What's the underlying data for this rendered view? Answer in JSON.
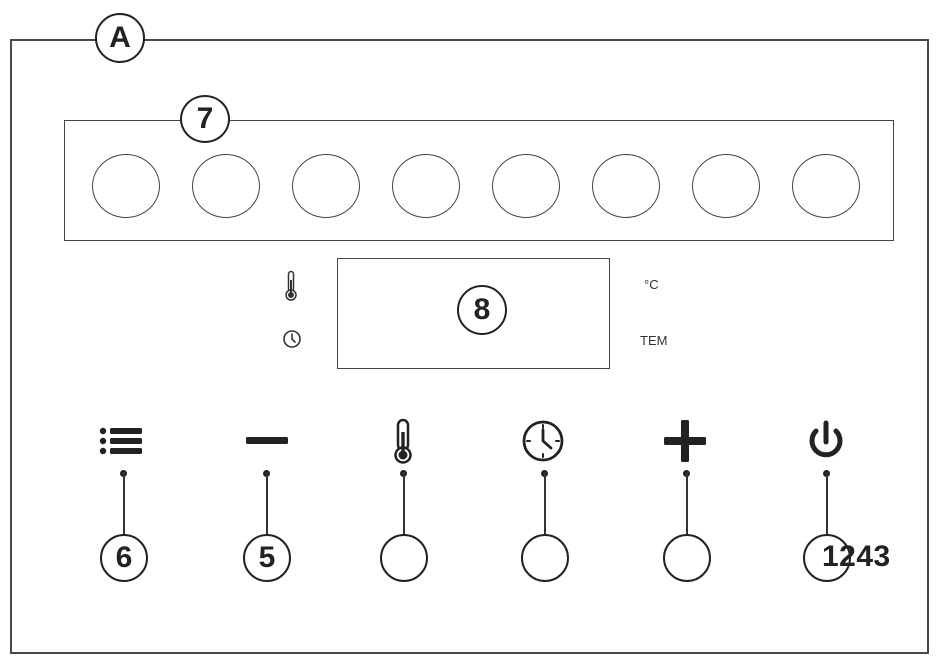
{
  "labels": {
    "panel": "A",
    "key_strip": "7",
    "display": "8",
    "menu": "6",
    "minus": "5",
    "overlay_number": "1243"
  },
  "display_units": {
    "celsius": "°C",
    "tem": "TEM"
  },
  "key_strip": {
    "key_count": 8
  },
  "buttons": [
    {
      "icon": "menu-list-icon",
      "callout": "6"
    },
    {
      "icon": "minus-icon",
      "callout": "5"
    },
    {
      "icon": "thermometer-icon",
      "callout": ""
    },
    {
      "icon": "clock-icon",
      "callout": ""
    },
    {
      "icon": "plus-icon",
      "callout": ""
    },
    {
      "icon": "power-icon",
      "callout": ""
    }
  ],
  "display_side_icons": [
    "thermometer-icon",
    "clock-icon"
  ]
}
